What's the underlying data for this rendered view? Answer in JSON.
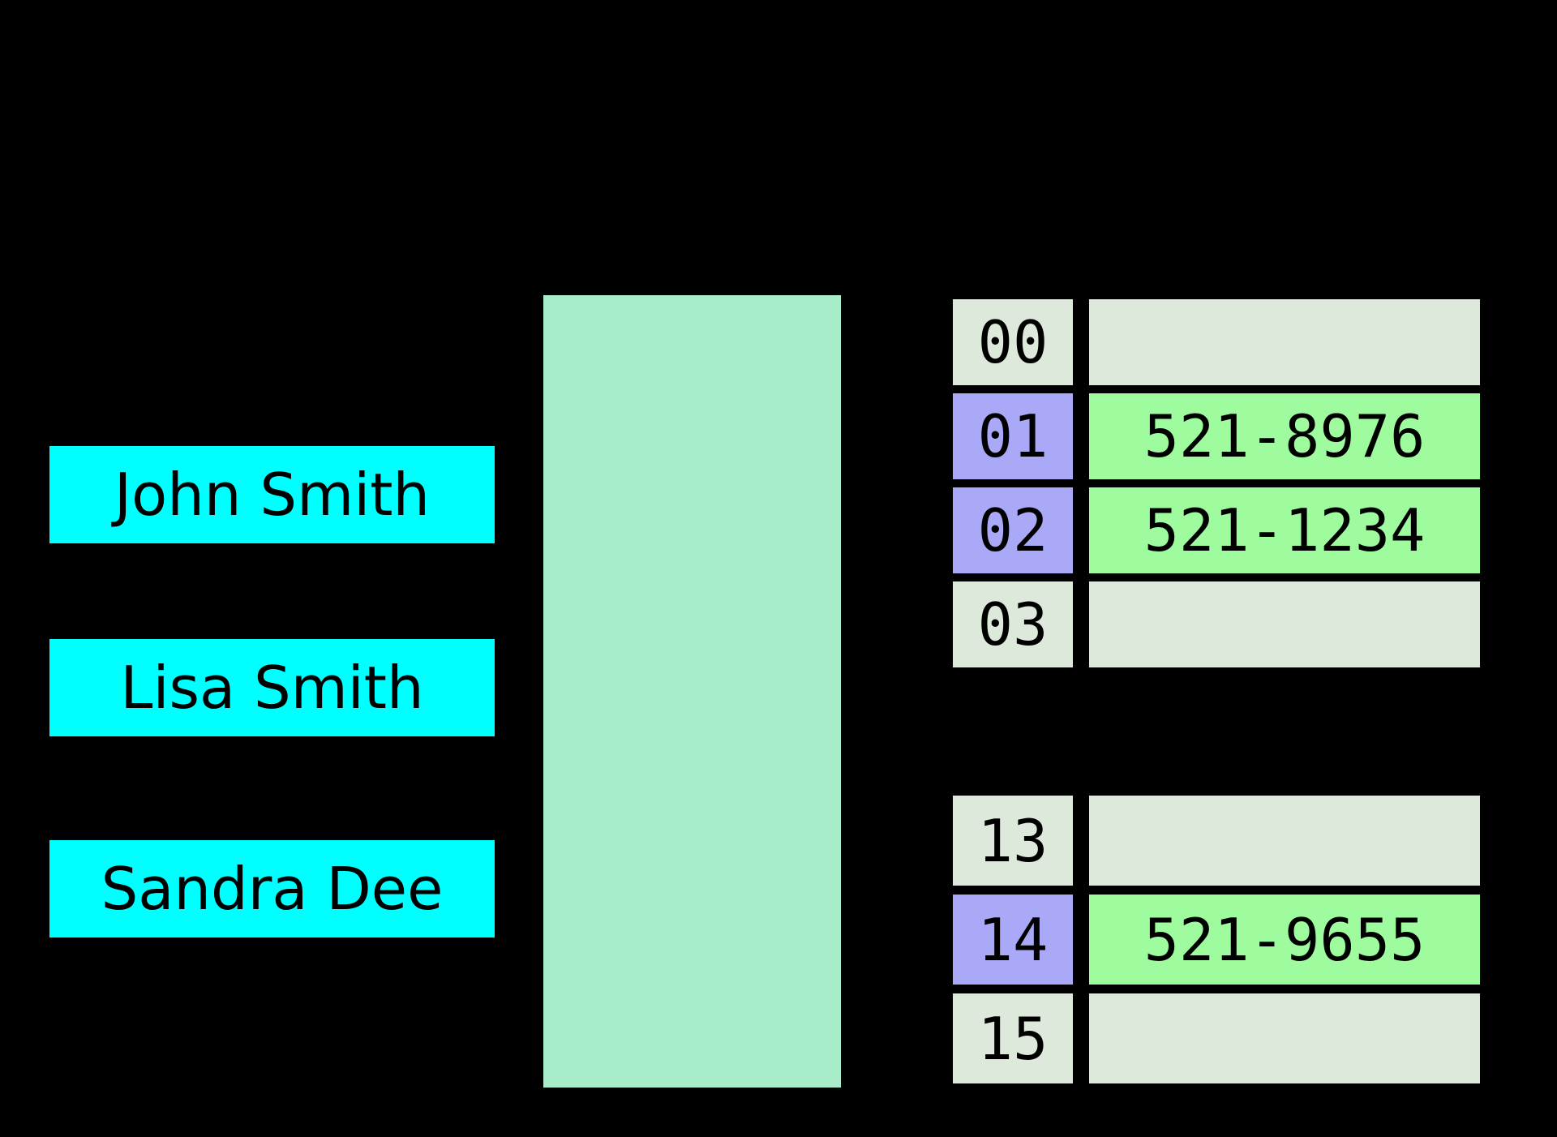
{
  "diagram": {
    "description": "hash table: keys mapped through a hash function to indexed buckets"
  },
  "colors": {
    "background": "#000000",
    "key_fill": "#00ffff",
    "hash_box_fill": "#a9ecc9",
    "bucket_empty_fill": "#dde9da",
    "bucket_index_occupied_fill": "#a9a9f8",
    "bucket_value_occupied_fill": "#9efc9e",
    "line_color": "#000000",
    "text_color": "#000000"
  },
  "keys": [
    {
      "label": "John Smith"
    },
    {
      "label": "Lisa Smith"
    },
    {
      "label": "Sandra Dee"
    }
  ],
  "bucket_blocks": [
    {
      "rows": [
        {
          "index": "00",
          "value": "",
          "occupied": false
        },
        {
          "index": "01",
          "value": "521-8976",
          "occupied": true
        },
        {
          "index": "02",
          "value": "521-1234",
          "occupied": true
        },
        {
          "index": "03",
          "value": "",
          "occupied": false
        }
      ]
    },
    {
      "rows": [
        {
          "index": "13",
          "value": "",
          "occupied": false
        },
        {
          "index": "14",
          "value": "521-9655",
          "occupied": true
        },
        {
          "index": "15",
          "value": "",
          "occupied": false
        }
      ]
    }
  ]
}
